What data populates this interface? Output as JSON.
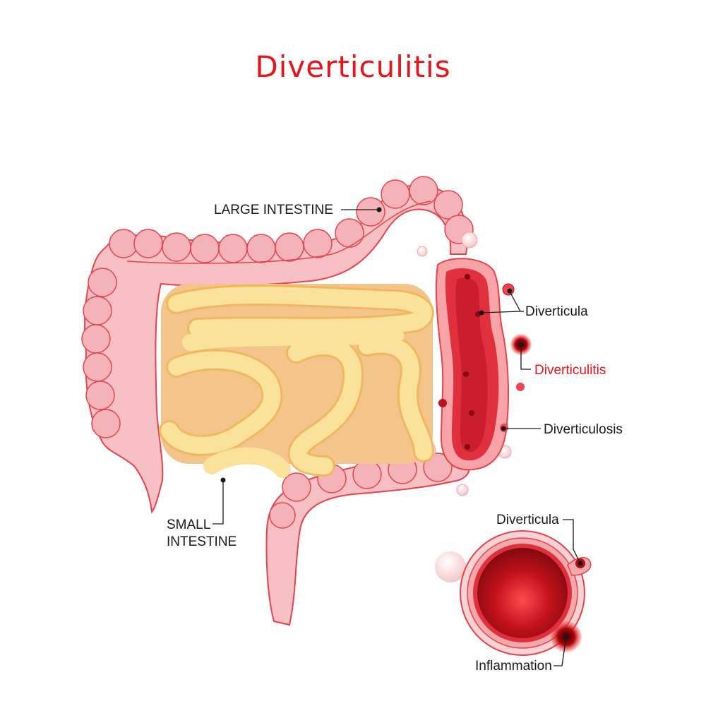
{
  "title": "Diverticulitis",
  "colors": {
    "title": "#e8151c",
    "large_intestine": "#f7c0c4",
    "large_intestine_outline": "#e9434a",
    "small_intestine": "#fbe29b",
    "small_intestine_shadow": "#f3c58a",
    "inflamed_segment": "#e0303e",
    "leader_lines": "#1a1a1a"
  },
  "labels": {
    "large_intestine": "LARGE INTESTINE",
    "small_intestine_line1": "SMALL",
    "small_intestine_line2": "INTESTINE",
    "diverticula": "Diverticula",
    "diverticulitis": "Diverticulitis",
    "diverticulosis": "Diverticulosis"
  },
  "cross_section": {
    "diverticula": "Diverticula",
    "inflammation": "Inflammation"
  }
}
